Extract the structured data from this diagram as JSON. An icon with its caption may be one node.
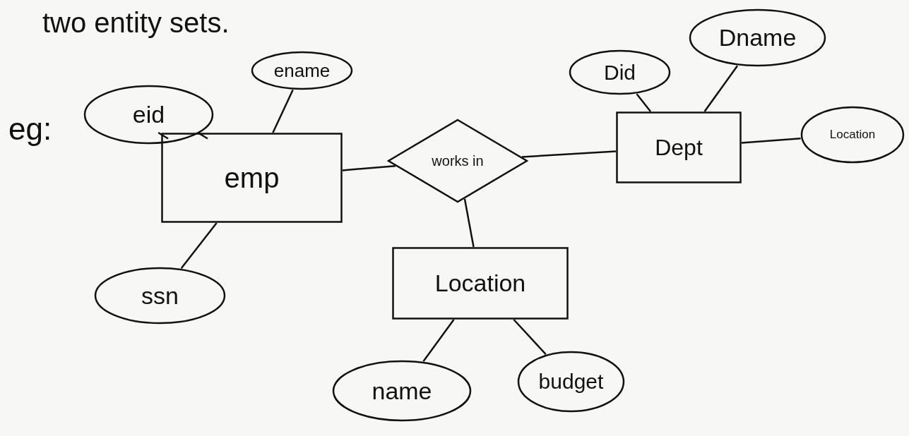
{
  "diagram": {
    "nodes": [
      {
        "text": [
          "emp"
        ]
      },
      {
        "text": [
          "eid"
        ]
      },
      {
        "text": [
          "ename"
        ]
      },
      {
        "text": [
          "ssn"
        ]
      },
      {
        "text": [
          "works in"
        ]
      },
      {
        "text": [
          "Dept"
        ]
      },
      {
        "text": [
          "Did"
        ]
      },
      {
        "text": [
          "Dname"
        ]
      },
      {
        "text": [
          "Location"
        ]
      },
      {
        "text": [
          "Location"
        ]
      },
      {
        "text": [
          "name"
        ]
      },
      {
        "text": [
          "budget"
        ]
      }
    ],
    "edges": [
      {
        "from": 1,
        "to": 0,
        "arrow": "none"
      },
      {
        "from": 1,
        "to": 0,
        "arrow": "none"
      },
      {
        "from": 2,
        "to": 0,
        "arrow": "none"
      },
      {
        "from": 3,
        "to": 0,
        "arrow": "none"
      },
      {
        "from": 0,
        "to": 4,
        "arrow": "none"
      },
      {
        "from": 4,
        "to": 5,
        "arrow": "none"
      },
      {
        "from": 4,
        "to": 9,
        "arrow": "none"
      },
      {
        "from": 6,
        "to": 5,
        "arrow": "none"
      },
      {
        "from": 7,
        "to": 5,
        "arrow": "none"
      },
      {
        "from": 5,
        "to": 8,
        "arrow": "none"
      },
      {
        "from": 10,
        "to": 9,
        "arrow": "none"
      },
      {
        "from": 11,
        "to": 9,
        "arrow": "none"
      }
    ],
    "labels": [
      "two entity sets.",
      "eg:"
    ]
  }
}
